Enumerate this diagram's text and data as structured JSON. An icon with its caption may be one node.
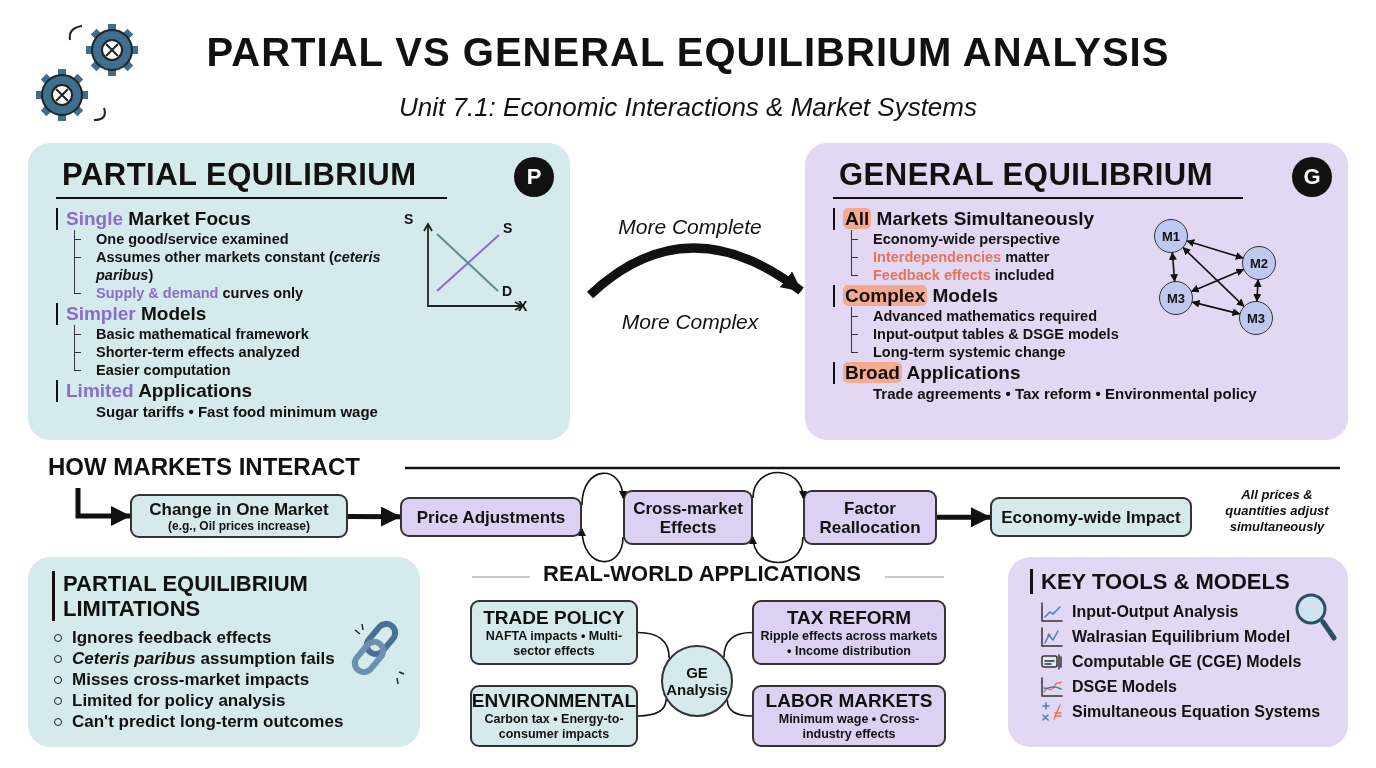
{
  "diagram": {
    "title": "PARTIAL VS GENERAL EQUILIBRIUM ANALYSIS",
    "nodes": [
      {
        "text": [
          "PARTIAL EQUILIBRIUM",
          "P",
          "**Single** Market Focus",
          "One good/service examined",
          "Assumes other markets constant (*ceteris paribus*)",
          "**Supply & demand** curves only",
          "**Simpler** Models",
          "Basic mathematical framework",
          "Shorter-term effects analyzed",
          "Easier computation",
          "**Limited** Applications",
          "Sugar tariffs • Fast food minimum wage"
        ]
      },
      {
        "text": [
          "GENERAL EQUILIBRIUM",
          "G",
          "**All** Markets Simultaneously",
          "Economy-wide perspective",
          "**Interdependencies** matter",
          "**Feedback effects** included",
          "**Complex** Models",
          "Advanced mathematics required",
          "Input-output tables & DSGE models",
          "Long-term systemic change",
          "**Broad** Applications",
          "Trade agreements • Tax reform • Environmental policy"
        ]
      },
      {
        "text": [
          "M1"
        ],
        "in": 1
      },
      {
        "text": [
          "M2"
        ],
        "in": 1
      },
      {
        "text": [
          "M3"
        ],
        "in": 1
      },
      {
        "text": [
          "M3"
        ],
        "in": 1
      },
      {
        "text": [
          "Change in One Market",
          "(e.g., Oil prices increase)"
        ]
      },
      {
        "text": [
          "Price Adjustments"
        ]
      },
      {
        "text": [
          "Cross-market Effects"
        ]
      },
      {
        "text": [
          "Factor Reallocation"
        ]
      },
      {
        "text": [
          "Economy-wide Impact"
        ],
        "beside": [
          "All prices & quantities adjust simultaneously"
        ]
      },
      {
        "text": [
          "PARTIAL EQUILIBRIUM LIMITATIONS",
          "Ignores feedback effects",
          "*Ceteris paribus* assumption fails",
          "Misses cross-market impacts",
          "Limited for policy analysis",
          "Can't predict long-term outcomes"
        ]
      },
      {
        "text": [
          "TRADE POLICY",
          "NAFTA impacts • Multi-sector effects"
        ]
      },
      {
        "text": [
          "TAX REFORM",
          "Ripple effects across markets • Income distribution"
        ]
      },
      {
        "text": [
          "GE Analysis"
        ]
      },
      {
        "text": [
          "ENVIRONMENTAL",
          "Carbon tax • Energy-to-consumer impacts"
        ]
      },
      {
        "text": [
          "LABOR MARKETS",
          "Minimum wage • Cross-industry effects"
        ]
      },
      {
        "text": [
          "KEY TOOLS & MODELS",
          "Input-Output Analysis",
          "Walrasian Equilibrium Model",
          "Computable GE (CGE) Models",
          "DSGE Models",
          "Simultaneous Equation Systems"
        ]
      }
    ],
    "edges": [
      {
        "from": 0,
        "to": 1,
        "arrow": "to",
        "label": "More Complete",
        "style": "thick"
      },
      {
        "from": 2,
        "to": 3,
        "arrow": "both"
      },
      {
        "from": 2,
        "to": 4,
        "arrow": "both"
      },
      {
        "from": 2,
        "to": 5,
        "arrow": "both"
      },
      {
        "from": 3,
        "to": 4,
        "arrow": "both"
      },
      {
        "from": 3,
        "to": 5,
        "arrow": "both"
      },
      {
        "from": 4,
        "to": 5,
        "arrow": "both"
      },
      {
        "from": null,
        "to": 6,
        "arrow": "to",
        "style": "thick"
      },
      {
        "from": 6,
        "to": 7,
        "arrow": "to",
        "style": "thick"
      },
      {
        "from": 7,
        "to": 8,
        "arrow": "to"
      },
      {
        "from": 8,
        "to": 7,
        "arrow": "to"
      },
      {
        "from": 8,
        "to": 9,
        "arrow": "to"
      },
      {
        "from": 9,
        "to": 8,
        "arrow": "to"
      },
      {
        "from": 9,
        "to": 10,
        "arrow": "to",
        "style": "thick"
      },
      {
        "from": 14,
        "to": 12,
        "arrow": "none"
      },
      {
        "from": 14,
        "to": 13,
        "arrow": "none"
      },
      {
        "from": 14,
        "to": 15,
        "arrow": "none"
      },
      {
        "from": 14,
        "to": 16,
        "arrow": "none"
      }
    ],
    "labels": [
      "Unit 7.1: Economic Interactions & Market Systems",
      "S",
      "S",
      "D",
      "X",
      "More Complex",
      "HOW MARKETS INTERACT",
      "REAL-WORLD APPLICATIONS"
    ]
  }
}
